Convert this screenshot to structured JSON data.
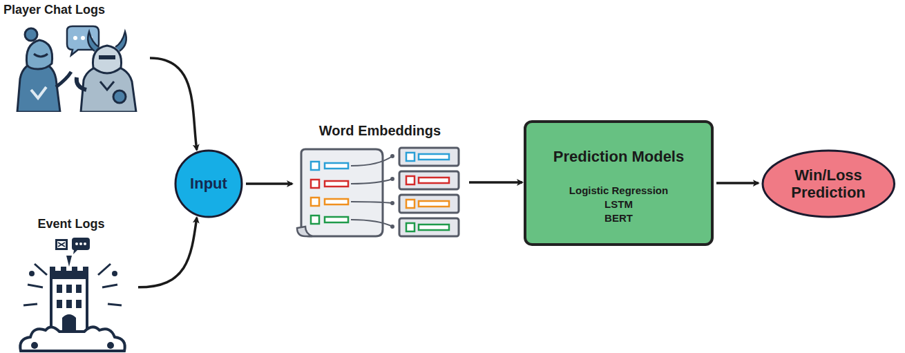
{
  "diagram": {
    "nodes": [
      {
        "text": [
          "Player Chat Logs"
        ]
      },
      {
        "text": [
          "Event Logs"
        ]
      },
      {
        "text": [
          "Input"
        ]
      },
      {
        "text": [
          "Word Embeddings"
        ]
      },
      {
        "text": [
          "Prediction Models",
          "Logistic Regression",
          "LSTM",
          "BERT"
        ]
      },
      {
        "text": [
          "Win/Loss Prediction"
        ]
      }
    ],
    "edges": [
      {
        "from": 0,
        "to": 2,
        "arrow": "to"
      },
      {
        "from": 1,
        "to": 2,
        "arrow": "to"
      },
      {
        "from": 2,
        "to": 3,
        "arrow": "to"
      },
      {
        "from": 3,
        "to": 4,
        "arrow": "to"
      },
      {
        "from": 4,
        "to": 5,
        "arrow": "to"
      }
    ]
  }
}
